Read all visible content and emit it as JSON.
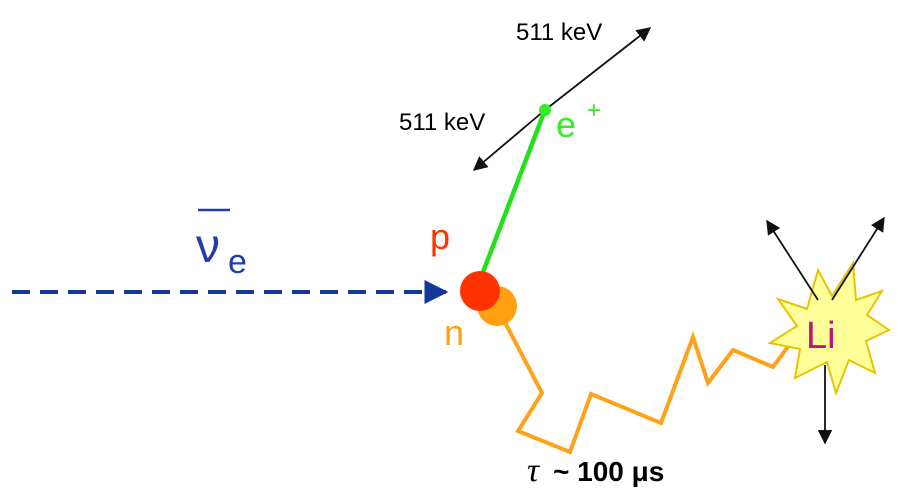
{
  "labels": {
    "gamma_top": "511 keV",
    "gamma_left": "511 keV",
    "positron_base": "e",
    "positron_sup": "+",
    "neutrino_symbol": "ν",
    "neutrino_sub": "e",
    "proton": "p",
    "neutron": "n",
    "lithium": "Li",
    "tau": "τ",
    "lifetime": "~ 100 μs"
  },
  "colors": {
    "neutrino_arrow": "#123a9a",
    "neutrino_text": "#1f3fa8",
    "positron_track": "#22e01a",
    "positron_text": "#33ee22",
    "proton": "#ff3300",
    "neutron": "#ffa010",
    "neutron_path": "#ffa21a",
    "star_fill": "#ffff99",
    "star_stroke": "#e8c300",
    "lithium_text": "#c0147a",
    "gamma": "#111111"
  },
  "icons": [
    "star-burst-icon",
    "arrowhead-icon"
  ]
}
